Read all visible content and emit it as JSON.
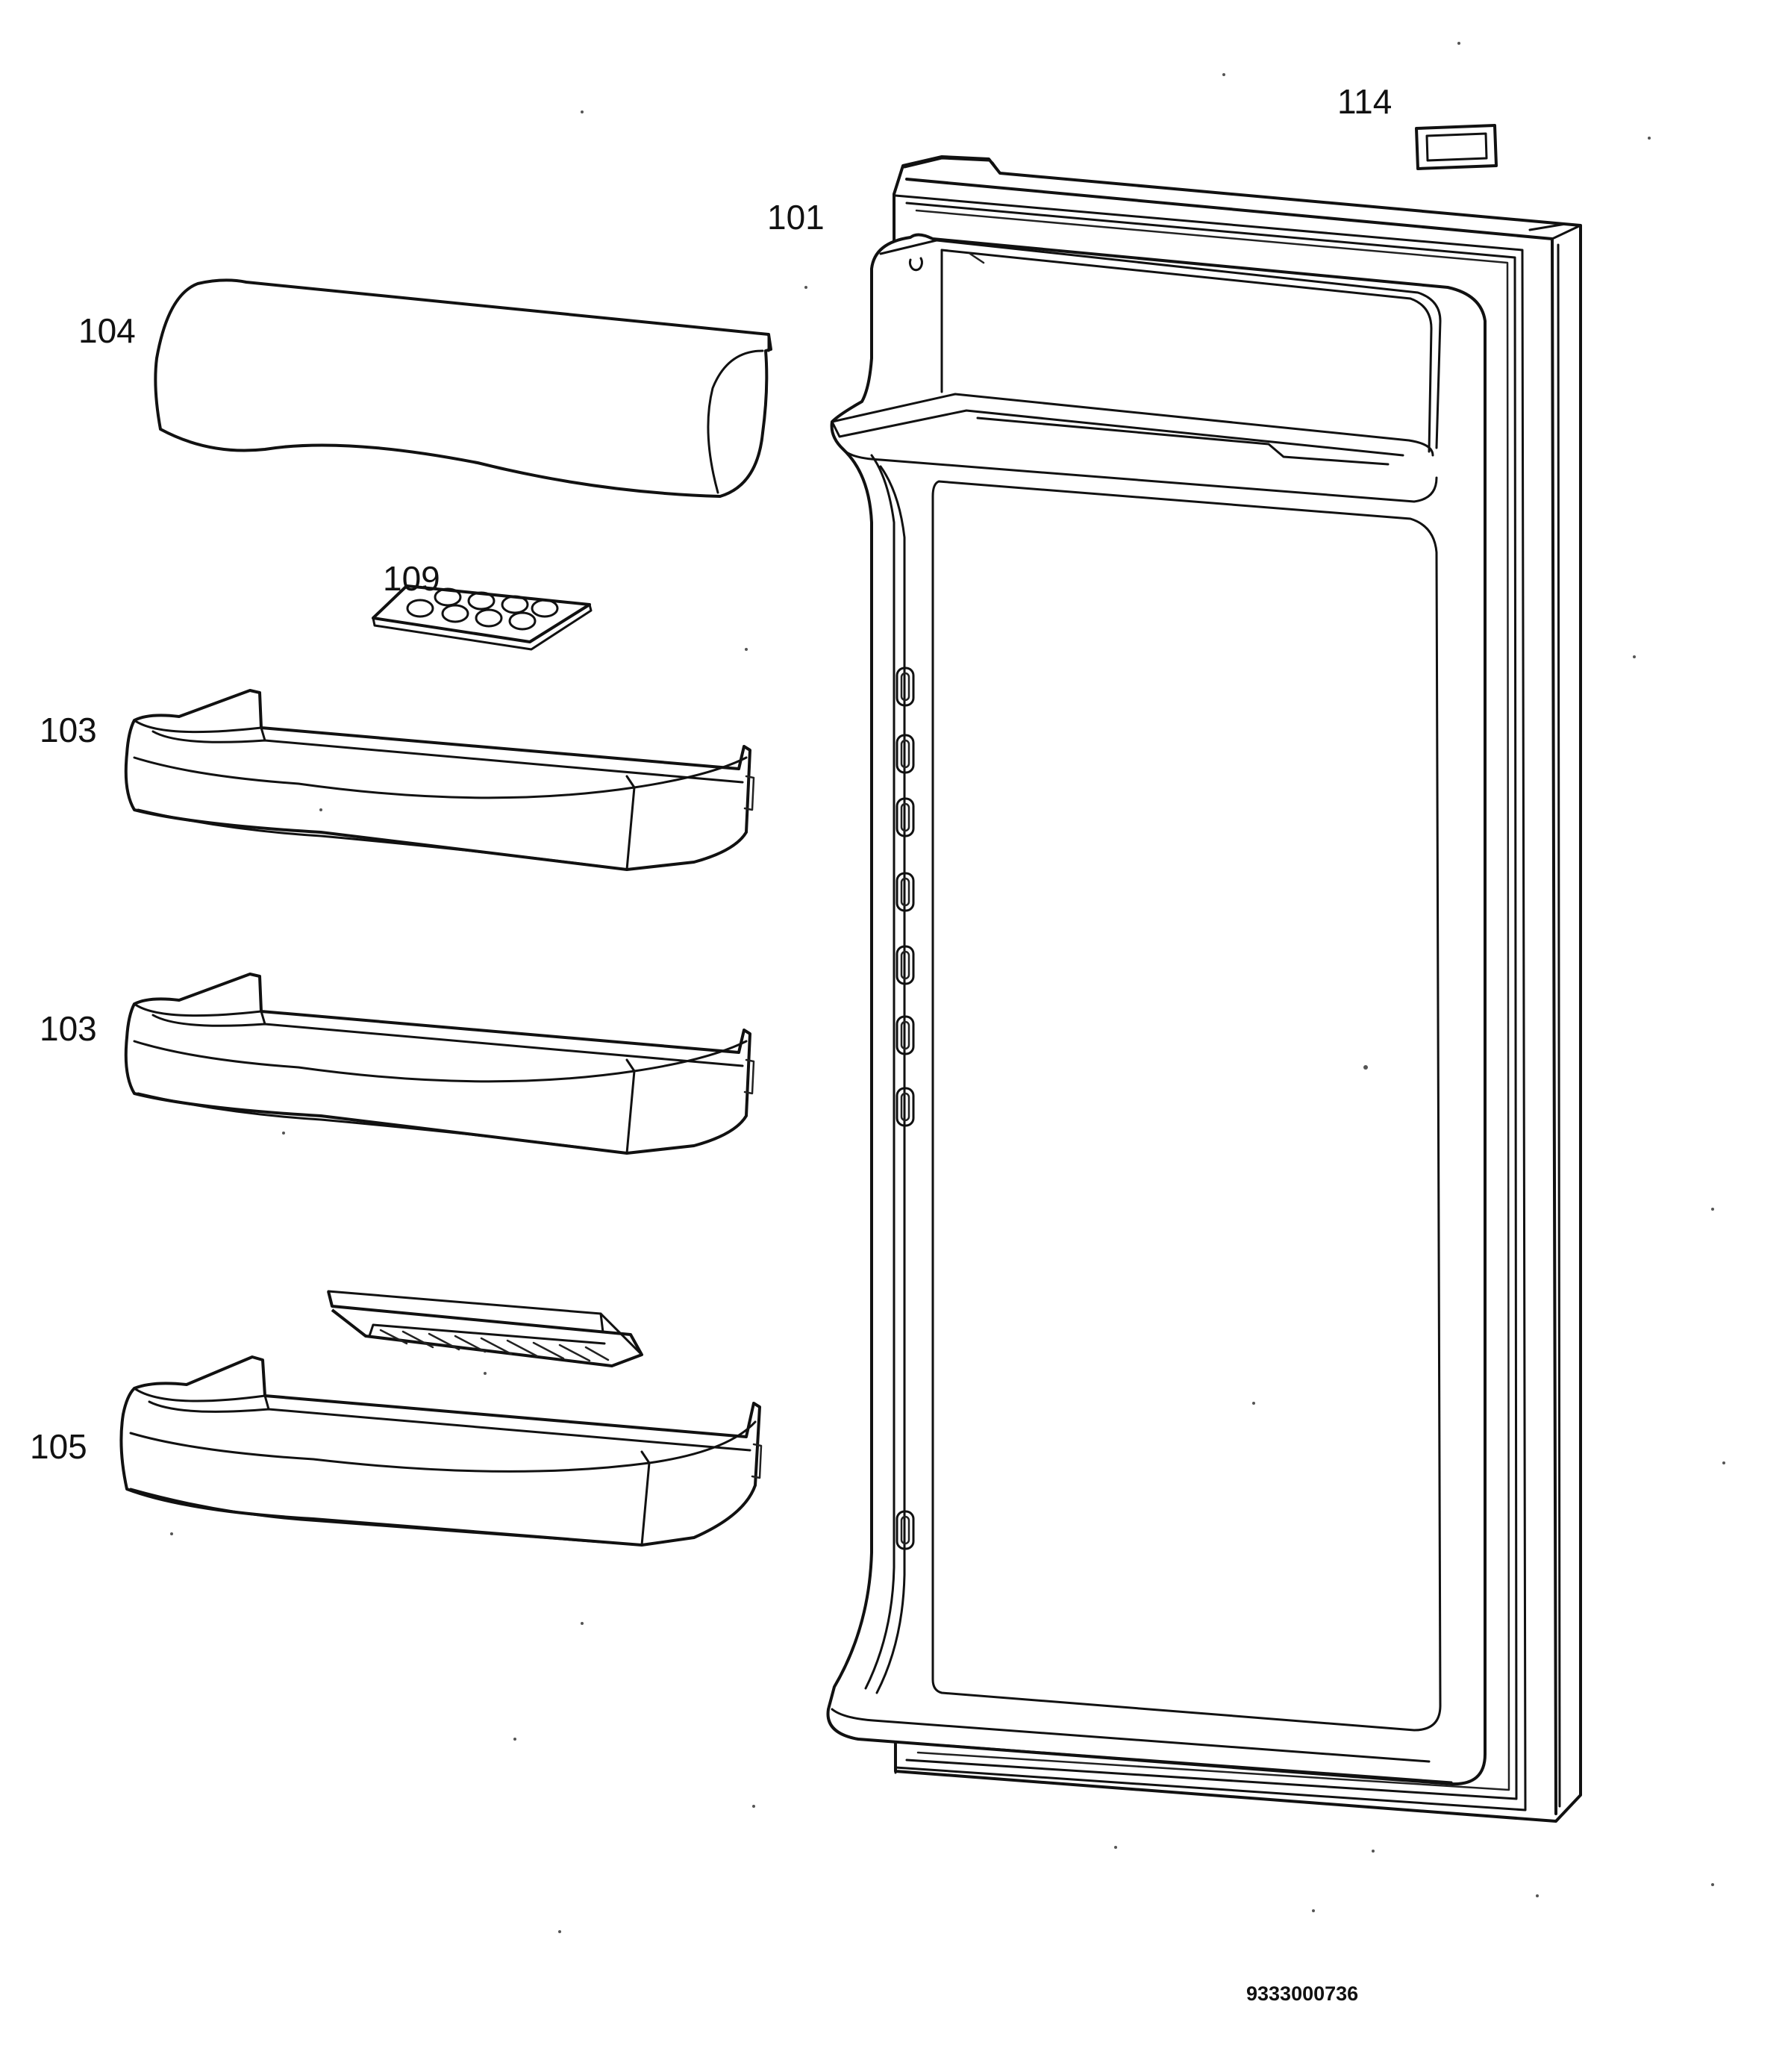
{
  "labels": {
    "door": "101",
    "balcony_1": "103",
    "balcony_2": "103",
    "butter_cover": "104",
    "bottle_shelf": "105",
    "egg_tray": "109",
    "cap": "114"
  },
  "document_number": "9333000736"
}
